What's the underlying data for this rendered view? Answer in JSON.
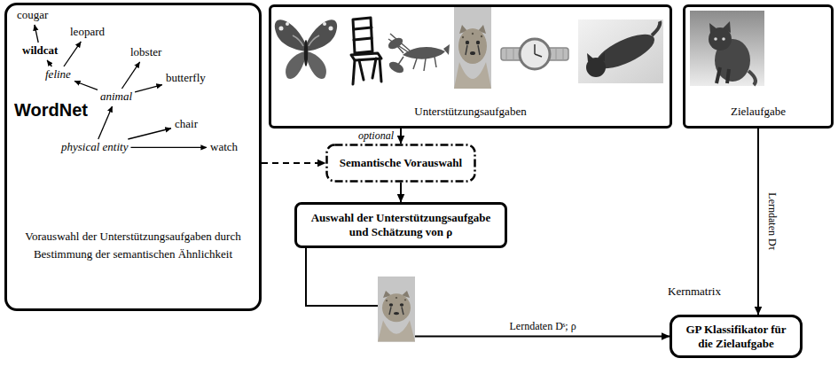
{
  "diagram": {
    "nodes": [
      {
        "text": [
          "WordNet",
          "Vorauswahl der Unterstützungsaufgaben durch Bestimmung der semantischen Ähnlichkeit"
        ]
      },
      {
        "text": [
          "Unterstützungsaufgaben"
        ]
      },
      {
        "text": [
          "Zielaufgabe"
        ]
      },
      {
        "text": [
          "Semantische Vorauswahl"
        ]
      },
      {
        "text": [
          "Auswahl der Unterstützungsaufgabe und Schätzung von ρ"
        ]
      },
      {
        "text": [
          "GP Klassifikator für die Zielaufgabe"
        ]
      }
    ],
    "edges": [
      {
        "from": 0,
        "to": 3,
        "arrow": "to"
      },
      {
        "from": 1,
        "to": 3,
        "label": "optional",
        "arrow": "to"
      },
      {
        "from": 3,
        "to": 4,
        "arrow": "to"
      },
      {
        "from": 4,
        "to": 5,
        "label": "Lerndaten Dˢ; ρ",
        "arrow": "to"
      },
      {
        "from": 2,
        "to": 5,
        "label": "Lerndaten Dτ",
        "arrow": "to"
      }
    ],
    "labels": [
      "cougar",
      "leopard",
      "wildcat",
      "lobster",
      "feline",
      "butterfly",
      "animal",
      "chair",
      "physical entity",
      "watch",
      "Kernmatrix"
    ]
  }
}
